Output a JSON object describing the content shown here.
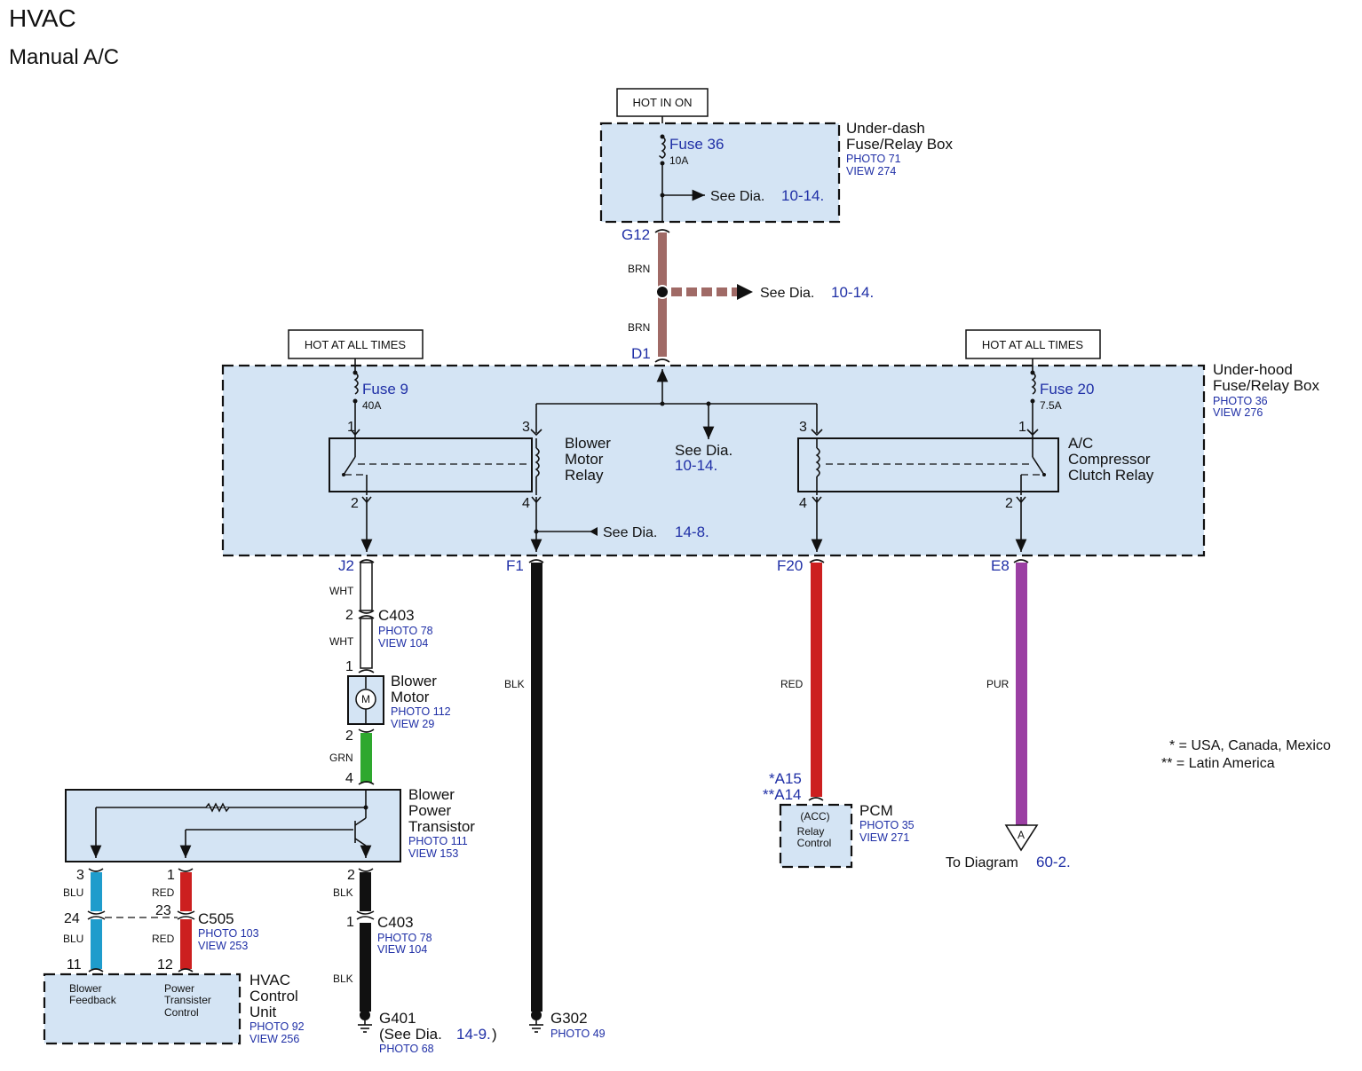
{
  "header": {
    "title": "HVAC",
    "subtitle": "Manual A/C"
  },
  "hot_labels": {
    "hot_in_on": "HOT IN ON",
    "hot_left": "HOT AT ALL TIMES",
    "hot_right": "HOT AT ALL TIMES"
  },
  "underdash": {
    "name_1": "Under-dash",
    "name_2": "Fuse/Relay Box",
    "photo": "PHOTO 71",
    "view": "VIEW 274",
    "fuse": "Fuse 36",
    "rating": "10A"
  },
  "underhood": {
    "name_1": "Under-hood",
    "name_2": "Fuse/Relay Box",
    "photo": "PHOTO 36",
    "view": "VIEW 276",
    "fuse9": "Fuse 9",
    "fuse9_rating": "40A",
    "fuse20": "Fuse 20",
    "fuse20_rating": "7.5A"
  },
  "blower_relay": {
    "line1": "Blower",
    "line2": "Motor",
    "line3": "Relay"
  },
  "ac_relay": {
    "line1": "A/C",
    "line2": "Compressor",
    "line3": "Clutch Relay"
  },
  "see_dia": {
    "prefix": "See Dia.",
    "a_ref": "10-14.",
    "b_ref": "10-14.",
    "c_line1": "See Dia.",
    "c_ref": "10-14.",
    "d_ref": "14-8."
  },
  "connectors": {
    "g12": "G12",
    "d1": "D1",
    "j2": "J2",
    "f1": "F1",
    "f20": "F20",
    "e8": "E8",
    "a15": "*A15",
    "a14": "**A14"
  },
  "pins": {
    "p1l": "1",
    "p3l": "3",
    "p2l": "2",
    "p4l": "4",
    "p3r": "3",
    "p1r": "1",
    "p4r": "4",
    "p2r": "2",
    "c403a_2": "2",
    "c403a_1": "1",
    "bm_2": "2",
    "bpt_4": "4",
    "bpt_3": "3",
    "bpt_1": "1",
    "bpt_2": "2",
    "c505_24": "24",
    "c505_23": "23",
    "c403b_1": "1",
    "hvac_11": "11",
    "hvac_12": "12"
  },
  "wires": {
    "brn_top": "BRN",
    "brn_bot": "BRN",
    "wht_top": "WHT",
    "wht_bot": "WHT",
    "blk_f1": "BLK",
    "red_f20": "RED",
    "pur_e8": "PUR",
    "grn": "GRN",
    "blu_top": "BLU",
    "blu_bot": "BLU",
    "red_top": "RED",
    "red_bot": "RED",
    "blk_top": "BLK",
    "blk_bot": "BLK"
  },
  "c403_top": {
    "name": "C403",
    "photo": "PHOTO 78",
    "view": "VIEW 104"
  },
  "c403_bot": {
    "name": "C403",
    "photo": "PHOTO 78",
    "view": "VIEW 104"
  },
  "c505": {
    "name": "C505",
    "photo": "PHOTO 103",
    "view": "VIEW 253"
  },
  "blower_motor": {
    "line1": "Blower",
    "line2": "Motor",
    "photo": "PHOTO 112",
    "view": "VIEW 29",
    "symbol": "M"
  },
  "blower_transistor": {
    "line1": "Blower",
    "line2": "Power",
    "line3": "Transistor",
    "photo": "PHOTO 111",
    "view": "VIEW 153"
  },
  "hvac_unit": {
    "line1": "HVAC",
    "line2": "Control",
    "line3": "Unit",
    "photo": "PHOTO 92",
    "view": "VIEW 256",
    "feedback_1": "Blower",
    "feedback_2": "Feedback",
    "ptc_1": "Power",
    "ptc_2": "Transister",
    "ptc_3": "Control"
  },
  "pcm": {
    "name": "PCM",
    "photo": "PHOTO 35",
    "view": "VIEW 271",
    "acc": "(ACC)",
    "relay_1": "Relay",
    "relay_2": "Control"
  },
  "grounds": {
    "g401": "G401",
    "g401_see": "(See Dia.",
    "g401_ref": "14-9.",
    "g401_close": ")",
    "g401_photo": "PHOTO 68",
    "g302": "G302",
    "g302_photo": "PHOTO 49"
  },
  "to_diagram": {
    "letter": "A",
    "text": "To Diagram",
    "ref": "60-2."
  },
  "notes": {
    "note1": "* = USA, Canada, Mexico",
    "note2": "** = Latin America"
  },
  "colors": {
    "brown": "#a06a66",
    "black": "#111111",
    "red": "#cc1f1f",
    "purple": "#9b3fa3",
    "green": "#2ea82e",
    "blue": "#1f9ccc",
    "white": "#ffffff",
    "box_fill": "#d4e4f4",
    "ref_blue": "#1f2fa6"
  }
}
